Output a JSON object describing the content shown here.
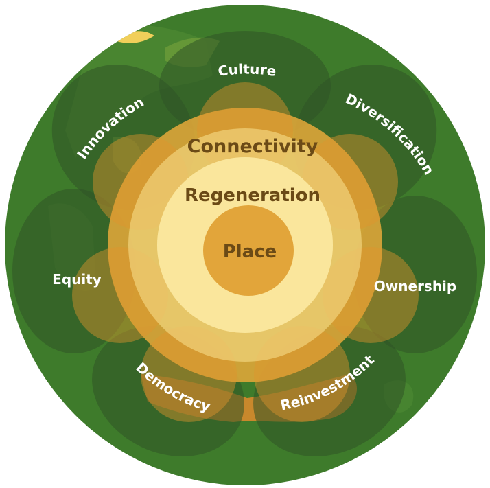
{
  "core": {
    "center": "Place",
    "middle": "Regeneration",
    "outer": "Connectivity"
  },
  "petals": [
    {
      "label": "Culture"
    },
    {
      "label": "Diversification"
    },
    {
      "label": "Ownership"
    },
    {
      "label": "Reinvestment"
    },
    {
      "label": "Democracy"
    },
    {
      "label": "Equity"
    },
    {
      "label": "Innovation"
    }
  ],
  "colors": {
    "background_green": "#3e7b2b",
    "petal_dark": "#2f5327",
    "ring_outer": "#e6a93a",
    "ring_mid": "#f6d572",
    "ring_inner": "#fbeaa6",
    "center": "#e2a53a",
    "inner_text": "#6b4a16",
    "outer_text": "#ffffff"
  }
}
